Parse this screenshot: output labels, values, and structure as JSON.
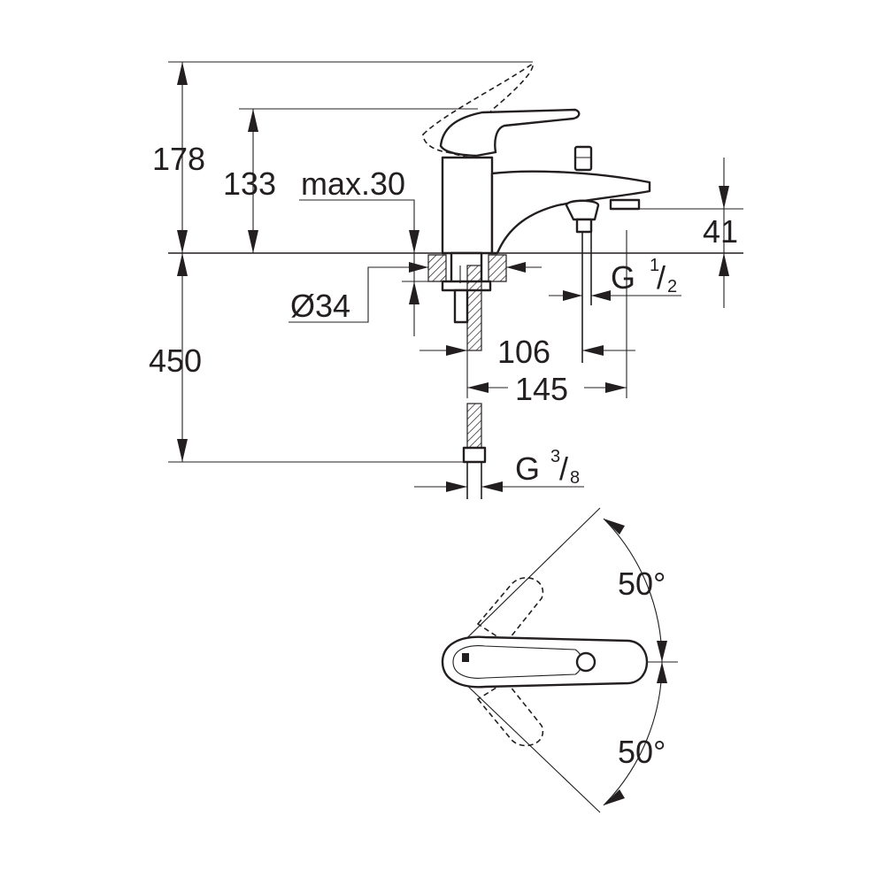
{
  "colors": {
    "ink": "#231f20",
    "paper": "#ffffff"
  },
  "dimensions": {
    "height_total": "178",
    "height_spout": "133",
    "deck_thickness": "max.30",
    "hole_diameter": "Ø34",
    "hose_length": "450",
    "spout_projection_a": "106",
    "spout_projection_b": "145",
    "outlet_height": "41",
    "outlet_thread_base": "G",
    "outlet_thread_num": "1",
    "outlet_thread_den": "2",
    "inlet_thread_base": "G",
    "inlet_thread_num": "3",
    "inlet_thread_den": "8",
    "angle_upper": "50°",
    "angle_lower": "50°"
  }
}
